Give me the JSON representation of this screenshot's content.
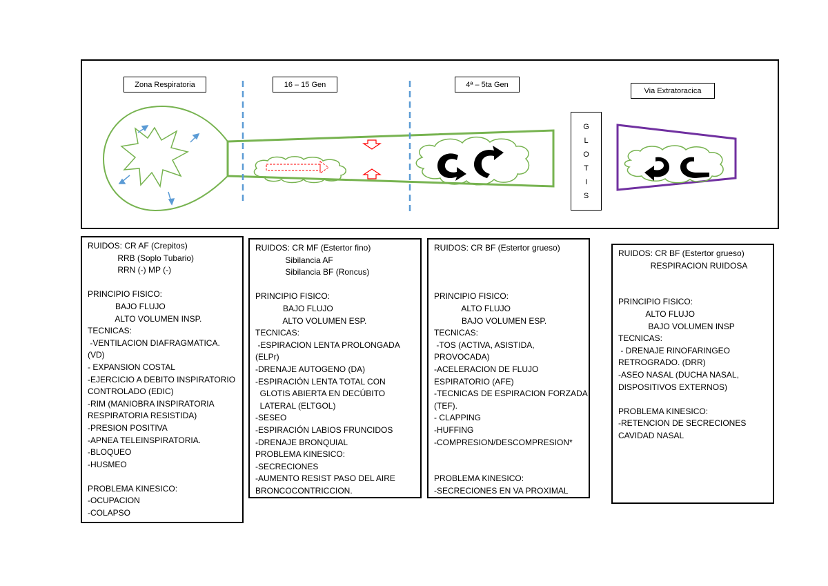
{
  "diagram": {
    "labels": {
      "zona_respiratoria": "Zona Respiratoria",
      "gen_16_15": "16 – 15 Gen",
      "gen_4_5": "4ª – 5ta Gen",
      "via_extratoracica": "Via Extratoracica"
    },
    "glotis_letters": [
      "G",
      "L",
      "O",
      "T",
      "I",
      "S"
    ],
    "colors": {
      "green": "#77b350",
      "blue_dashed": "#5b9bd5",
      "purple": "#7030a0",
      "red": "#ff0000",
      "cloud_outline": "#77b350",
      "arrow_blue": "#5b9bd5"
    }
  },
  "boxes": [
    {
      "id": "zona-respiratoria",
      "lines": [
        "RUIDOS: CR AF (Crepitos)",
        "             RRB (Soplo Tubario)",
        "             RRN (-) MP (-)",
        "",
        "PRINCIPIO FISICO:",
        "            BAJO FLUJO",
        "            ALTO VOLUMEN INSP.",
        "TECNICAS:",
        " -VENTILACION DIAFRAGMATICA.",
        "(VD)",
        "- EXPANSION COSTAL",
        "-EJERCICIO A DEBITO INSPIRATORIO",
        "CONTROLADO (EDIC)",
        "-RIM (MANIOBRA INSPIRATORIA",
        "RESPIRATORIA RESISTIDA)",
        "-PRESION POSITIVA",
        "-APNEA TELEINSPIRATORIA.",
        "-BLOQUEO",
        "-HUSMEO",
        "",
        "PROBLEMA KINESICO:",
        "-OCUPACION",
        "-COLAPSO"
      ]
    },
    {
      "id": "gen-16-15",
      "lines": [
        "RUIDOS: CR MF (Estertor fino)",
        "             Sibilancia AF",
        "             Sibilancia BF (Roncus)",
        "",
        "PRINCIPIO FISICO:",
        "            BAJO FLUJO",
        "            ALTO VOLUMEN ESP.",
        "TECNICAS:",
        " -ESPIRACION LENTA PROLONGADA",
        "(ELPr)",
        "-DRENAJE AUTOGENO (DA)",
        "-ESPIRACIÓN LENTA TOTAL CON",
        "  GLOTIS ABIERTA EN DECÚBITO",
        "  LATERAL (ELTGOL)",
        "-SESEO",
        "-ESPIRACIÓN LABIOS FRUNCIDOS",
        "-DRENAJE BRONQUIAL",
        "PROBLEMA KINESICO:",
        "-SECRECIONES",
        "-AUMENTO RESIST PASO DEL AIRE",
        "BRONCOCONTRICCION."
      ]
    },
    {
      "id": "gen-4-5",
      "lines": [
        "RUIDOS: CR BF (Estertor grueso)",
        "",
        "",
        "",
        "PRINCIPIO FISICO:",
        "            ALTO FLUJO",
        "            BAJO VOLUMEN ESP.",
        "TECNICAS:",
        " -TOS (ACTIVA, ASISTIDA,",
        "PROVOCADA)",
        "-ACELERACION DE FLUJO",
        "ESPIRATORIO (AFE)",
        "-TECNICAS DE ESPIRACION FORZADA",
        "(TEF).",
        "- CLAPPING",
        "-HUFFING",
        "-COMPRESION/DESCOMPRESION*",
        "",
        "",
        "PROBLEMA KINESICO:",
        "-SECRECIONES EN VA PROXIMAL"
      ]
    },
    {
      "id": "via-extratoracica",
      "lines": [
        "RUIDOS: CR BF (Estertor grueso)",
        "              RESPIRACION RUIDOSA",
        "",
        "",
        "PRINCIPIO FISICO:",
        "            ALTO FLUJO",
        "             BAJO VOLUMEN INSP",
        "TECNICAS:",
        " - DRENAJE RINOFARINGEO",
        "RETROGRADO. (DRR)",
        "-ASEO NASAL (DUCHA NASAL,",
        "DISPOSITIVOS EXTERNOS)",
        "",
        "PROBLEMA KINESICO:",
        "-RETENCION DE SECRECIONES",
        "CAVIDAD NASAL"
      ]
    }
  ]
}
